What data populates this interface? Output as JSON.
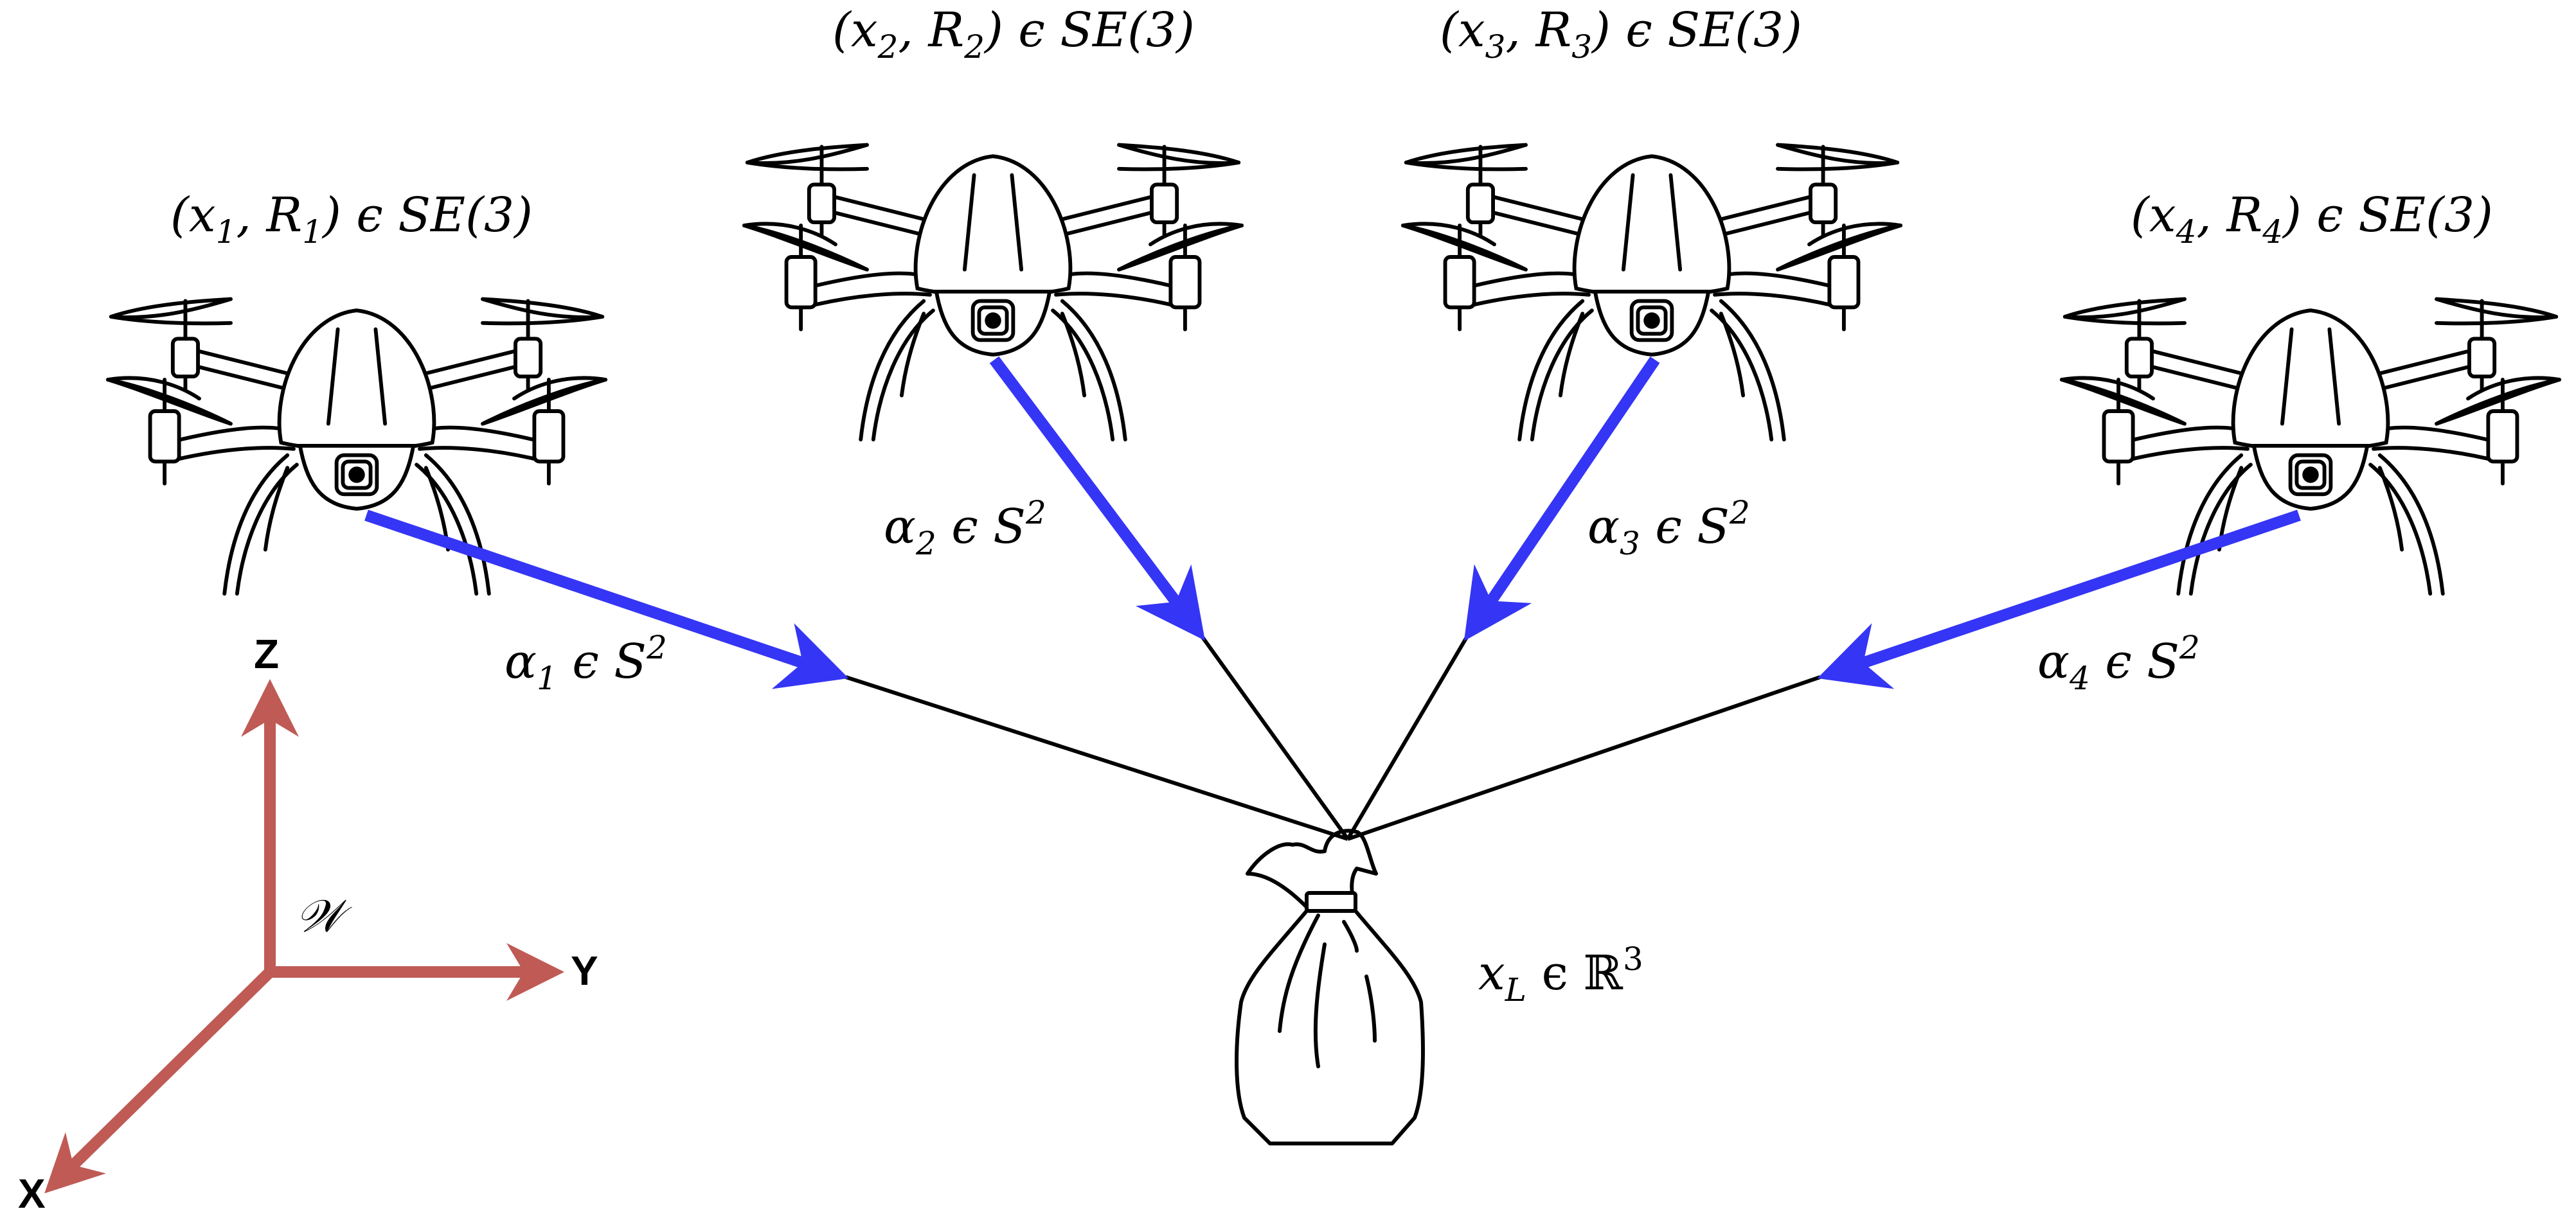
{
  "diagram": {
    "description": "Four quadrotors carrying a suspended payload via cables",
    "colors": {
      "cable_direction_arrow": "#3535f5",
      "axes": "#bf5a55",
      "cable": "#000000",
      "text": "#000000",
      "background": "#ffffff"
    },
    "drones": [
      {
        "id": 1,
        "pose_label": "(x₁, R₁) ϵ SE(3)",
        "pose_main": "(x",
        "pose_sub1": "1",
        "pose_mid": ", R",
        "pose_sub2": "1",
        "pose_end": ") ϵ SE(3)",
        "cable_label_main": "α",
        "cable_label_sub": "1",
        "cable_label_rest": " ϵ S",
        "cable_label_sup": "2"
      },
      {
        "id": 2,
        "pose_label": "(x₂, R₂) ϵ SE(3)",
        "pose_main": "(x",
        "pose_sub1": "2",
        "pose_mid": ", R",
        "pose_sub2": "2",
        "pose_end": ") ϵ SE(3)",
        "cable_label_main": "α",
        "cable_label_sub": "2",
        "cable_label_rest": " ϵ S",
        "cable_label_sup": "2"
      },
      {
        "id": 3,
        "pose_label": "(x₃, R₃) ϵ SE(3)",
        "pose_main": "(x",
        "pose_sub1": "3",
        "pose_mid": ", R",
        "pose_sub2": "3",
        "pose_end": ") ϵ SE(3)",
        "cable_label_main": "α",
        "cable_label_sub": "3",
        "cable_label_rest": " ϵ S",
        "cable_label_sup": "2"
      },
      {
        "id": 4,
        "pose_label": "(x₄, R₄) ϵ SE(3)",
        "pose_main": "(x",
        "pose_sub1": "4",
        "pose_mid": ", R",
        "pose_sub2": "4",
        "pose_end": ") ϵ SE(3)",
        "cable_label_main": "α",
        "cable_label_sub": "4",
        "cable_label_rest": " ϵ S",
        "cable_label_sup": "2"
      }
    ],
    "payload": {
      "label": "x_L ϵ ℝ³",
      "main": "x",
      "sub": "L",
      "rest": " ϵ ℝ",
      "sup": "3"
    },
    "world_frame": {
      "name": "𝒲",
      "axes": {
        "z": "Z",
        "y": "Y",
        "x": "X"
      }
    }
  }
}
